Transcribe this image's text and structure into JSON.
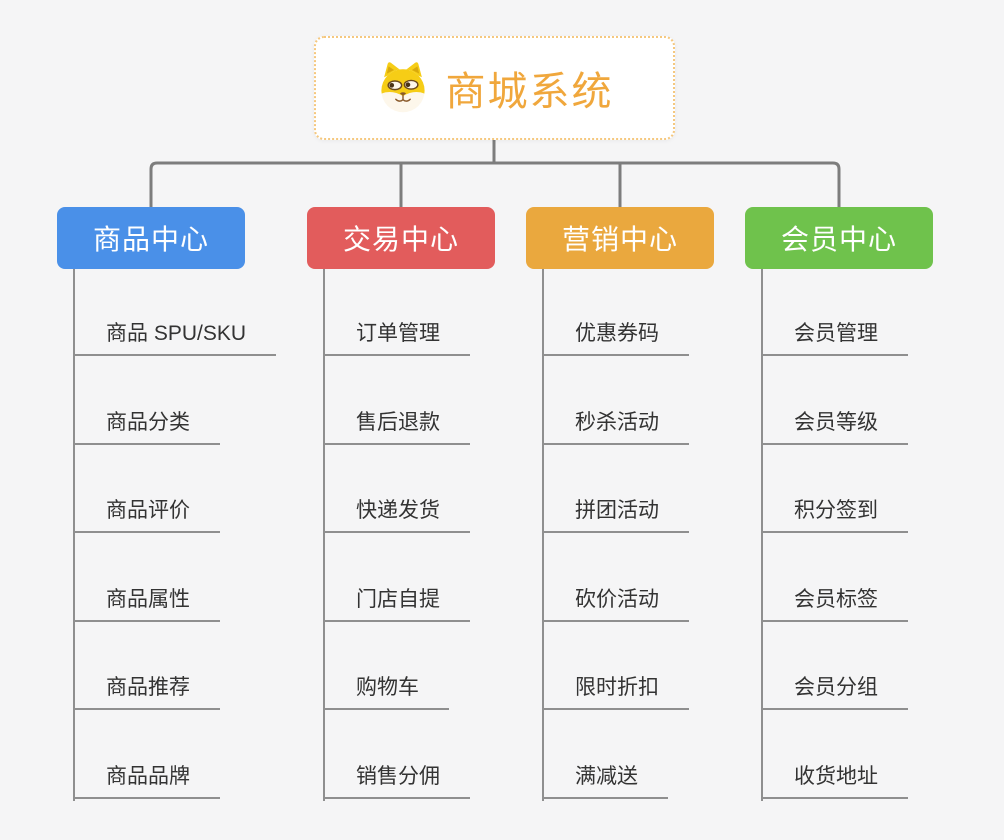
{
  "root": {
    "title": "商城系统",
    "icon": "shiba-dog-icon",
    "accent_color": "#f0a73c",
    "border_color": "#f5c87f"
  },
  "connector_color": "#7d7d7d",
  "branch_line_color": "#8f8f8f",
  "item_text_color": "#333333",
  "background_color": "#f5f5f6",
  "branches": [
    {
      "label": "商品中心",
      "color": "#4a90e8",
      "items": [
        "商品 SPU/SKU",
        "商品分类",
        "商品评价",
        "商品属性",
        "商品推荐",
        "商品品牌"
      ]
    },
    {
      "label": "交易中心",
      "color": "#e25c5c",
      "items": [
        "订单管理",
        "售后退款",
        "快递发货",
        "门店自提",
        "购物车",
        "销售分佣"
      ]
    },
    {
      "label": "营销中心",
      "color": "#eaa83e",
      "items": [
        "优惠券码",
        "秒杀活动",
        "拼团活动",
        "砍价活动",
        "限时折扣",
        "满减送"
      ]
    },
    {
      "label": "会员中心",
      "color": "#6fc24c",
      "items": [
        "会员管理",
        "会员等级",
        "积分签到",
        "会员标签",
        "会员分组",
        "收货地址"
      ]
    }
  ]
}
